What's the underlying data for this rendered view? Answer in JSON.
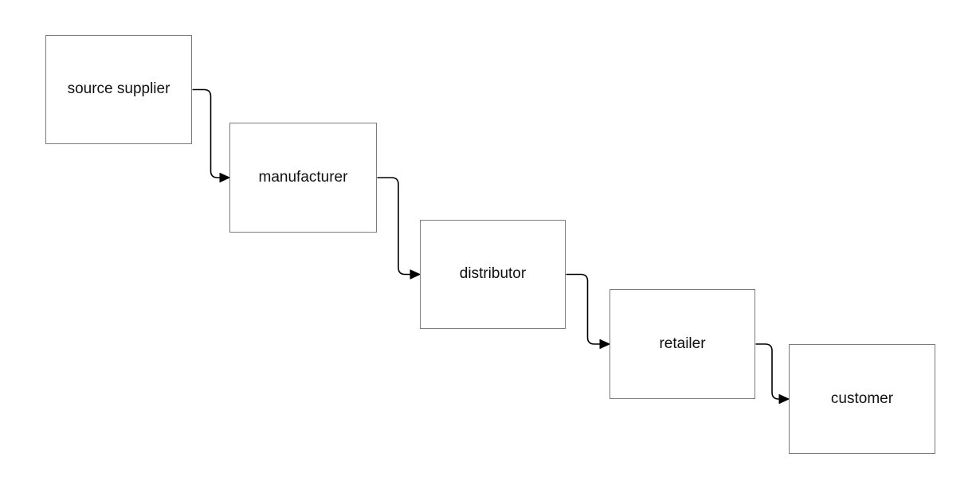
{
  "diagram": {
    "type": "flowchart",
    "nodes": [
      {
        "id": "source-supplier",
        "label": "source supplier"
      },
      {
        "id": "manufacturer",
        "label": "manufacturer"
      },
      {
        "id": "distributor",
        "label": "distributor"
      },
      {
        "id": "retailer",
        "label": "retailer"
      },
      {
        "id": "customer",
        "label": "customer"
      }
    ],
    "edges": [
      {
        "from": "source-supplier",
        "to": "manufacturer",
        "arrow": "filled-triangle"
      },
      {
        "from": "manufacturer",
        "to": "distributor",
        "arrow": "filled-triangle"
      },
      {
        "from": "distributor",
        "to": "retailer",
        "arrow": "filled-triangle"
      },
      {
        "from": "retailer",
        "to": "customer",
        "arrow": "filled-triangle"
      }
    ],
    "colors": {
      "background": "#ffffff",
      "node_fill": "#ffffff",
      "node_border": "#7b7b7b",
      "edge_stroke": "#000000",
      "label_text": "#111111"
    }
  }
}
